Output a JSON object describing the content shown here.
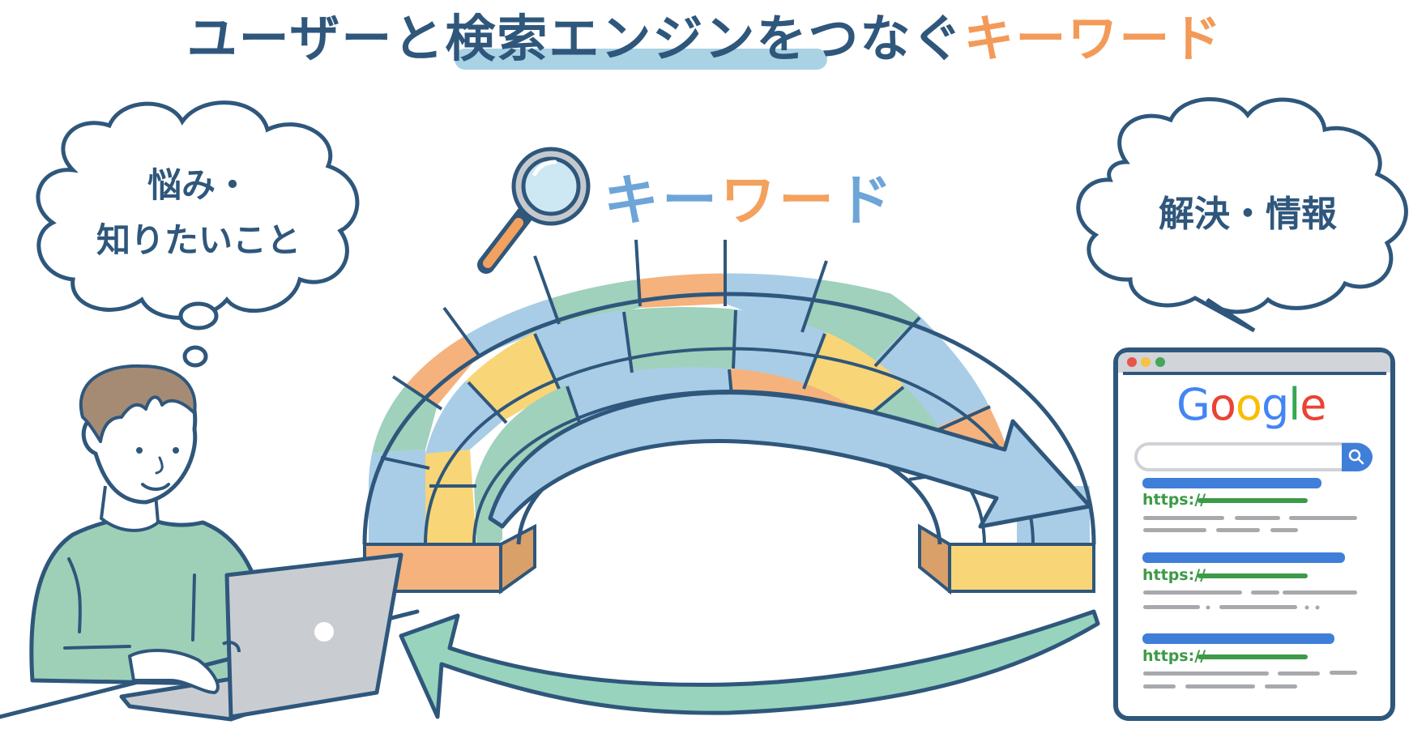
{
  "title": {
    "part1": "ユーザーと",
    "part2": "検索エンジン",
    "part3": "をつなぐ",
    "accent": "キーワード"
  },
  "user_bubble": {
    "line1": "悩み・",
    "line2": "知りたいこと"
  },
  "engine_bubble": {
    "text": "解決・情報"
  },
  "keyword_label": {
    "chars": [
      "キ",
      "ー",
      "ワ",
      "ー",
      "ド"
    ],
    "colors": [
      "#6ea5d8",
      "#6ea5d8",
      "#f3a15e",
      "#f3a15e",
      "#6ea5d8"
    ]
  },
  "browser": {
    "logo_letters": [
      "G",
      "o",
      "o",
      "g",
      "l",
      "e"
    ],
    "logo_colors": [
      "#4285f4",
      "#ea4335",
      "#fbbc05",
      "#4285f4",
      "#34a853",
      "#ea4335"
    ],
    "results": [
      {
        "url_prefix": "https://"
      },
      {
        "url_prefix": "https://"
      },
      {
        "url_prefix": "https://"
      }
    ]
  },
  "colors": {
    "outline": "#2f577c",
    "accent_orange": "#f39a58",
    "brick_blue": "#a9cde6",
    "brick_green": "#9fd1bc",
    "brick_orange": "#f5b27c",
    "brick_yellow": "#f8d577",
    "arrow_green": "#98d3bd",
    "arrow_blue": "#a9cde6",
    "shirt_green": "#9ed0b8",
    "hair_brown": "#a58b74",
    "laptop_gray": "#c9cdd2"
  }
}
